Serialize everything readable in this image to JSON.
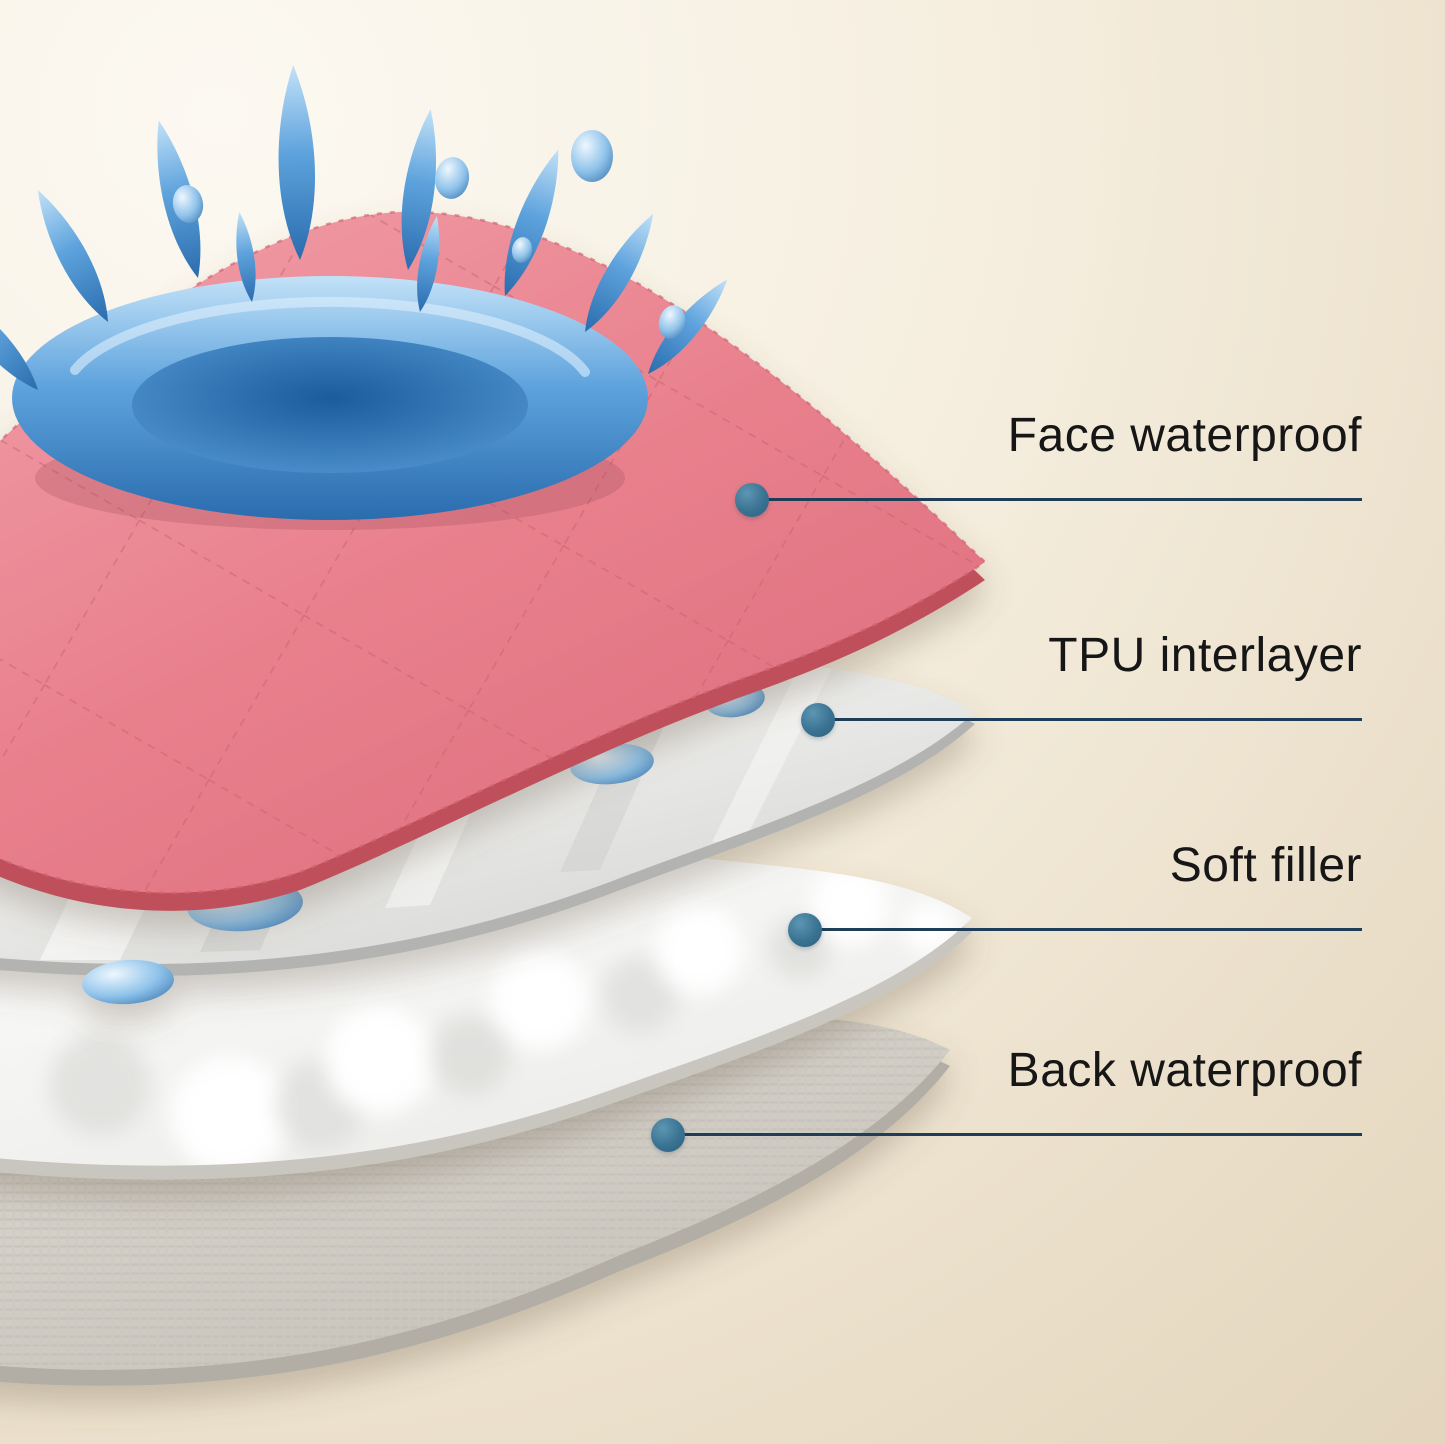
{
  "callouts": [
    {
      "label": "Face waterproof"
    },
    {
      "label": "TPU interlayer"
    },
    {
      "label": "Soft filler"
    },
    {
      "label": "Back waterproof"
    }
  ],
  "colors": {
    "label_text": "#161616",
    "callout_line": "#1d3d58",
    "callout_dot": "#3a7392",
    "layer_face": "#e8808c",
    "layer_face_edge": "#c04f5c",
    "layer_tpu": "#ececea",
    "layer_filler": "#fbfbfa",
    "layer_back": "#d4d0c8",
    "water": "#3f86c4",
    "background": "#f0e7d4"
  }
}
